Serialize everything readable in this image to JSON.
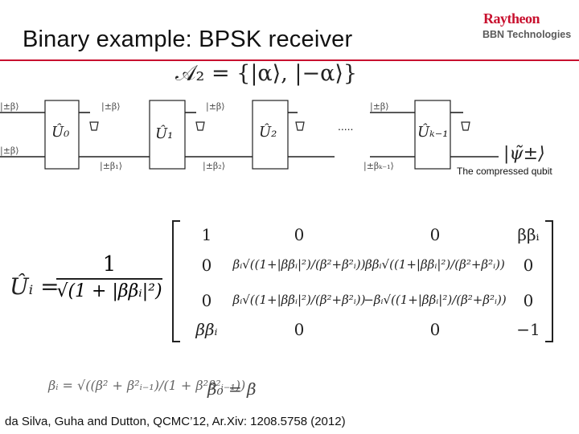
{
  "slide": {
    "title": "Binary example: BPSK receiver",
    "caption": "The compressed qubit",
    "citation": "da Silva, Guha and Dutton, QCMC’12, Ar.Xiv: 1208.5758 (2012)"
  },
  "logo": {
    "name": "Raytheon",
    "subtitle": "BBN Technologies",
    "color": "#c8102e"
  },
  "equations": {
    "alphabet": "𝒜₂ = {|α⟩, |−α⟩}",
    "unitary_lhs": "Ûᵢ =",
    "prefactor_num": "1",
    "prefactor_den": "√(1 + |ββᵢ|²)",
    "beta_def": "βᵢ = √((β² + β²ᵢ₋₁)/(1 + β²β²ᵢ₋₁))",
    "beta0": "β₀ = β"
  },
  "matrix": [
    [
      "1",
      "0",
      "0",
      "ββᵢ"
    ],
    [
      "0",
      "βᵢ√((1+|ββᵢ|²)/(β²+β²ᵢ))",
      "ββᵢ√((1+|ββᵢ|²)/(β²+β²ᵢ))",
      "0"
    ],
    [
      "0",
      "βᵢ√((1+|ββᵢ|²)/(β²+β²ᵢ))",
      "−βᵢ√((1+|ββᵢ|²)/(β²+β²ᵢ))",
      "0"
    ],
    [
      "ββᵢ",
      "0",
      "0",
      "−1"
    ]
  ],
  "circuit": {
    "gates": [
      "Û₀",
      "Û₁",
      "Û₂",
      "Ûₖ₋₁"
    ],
    "input_labels": [
      "|±β⟩",
      "|±β⟩"
    ],
    "upper_labels": [
      "|±β⟩",
      "|±β⟩",
      "|±β⟩"
    ],
    "lower_labels": [
      "|±β₁⟩",
      "|±β₂⟩",
      "|±βₖ₋₁⟩"
    ],
    "ellipsis": ".....",
    "output_state": "|ψ̃±⟩"
  }
}
